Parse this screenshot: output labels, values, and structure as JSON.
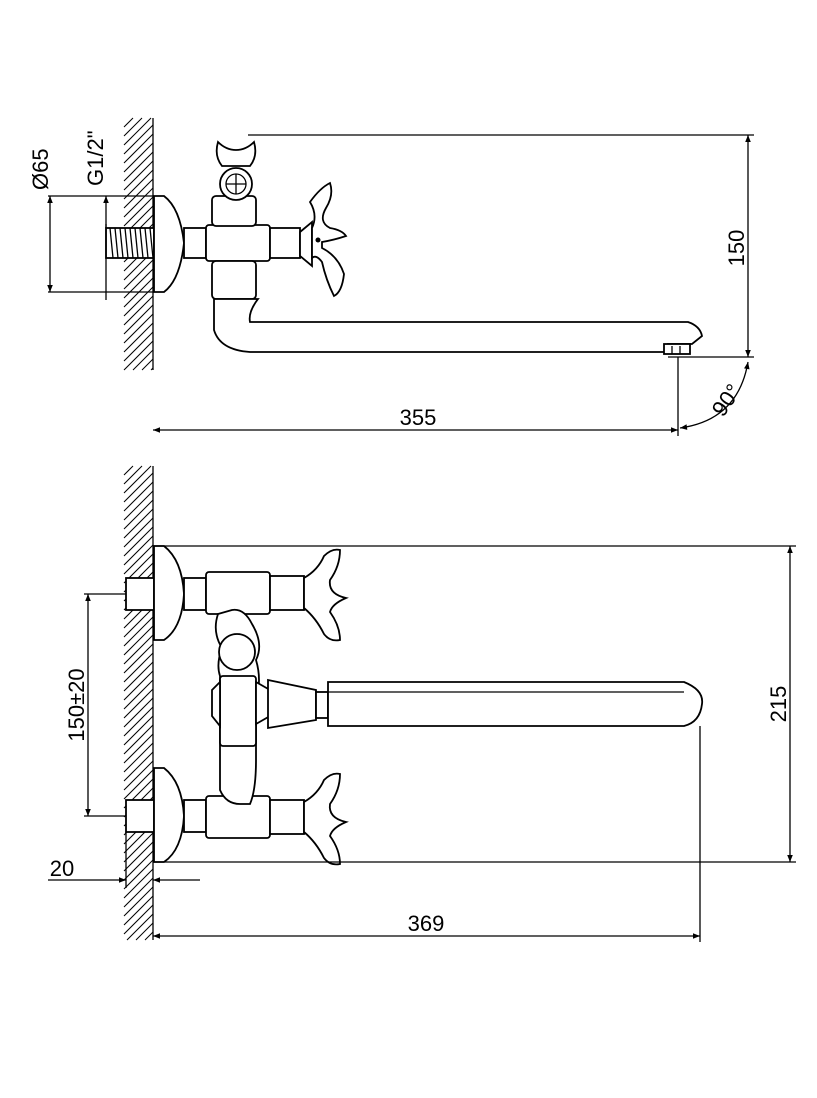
{
  "top_view": {
    "dim_diameter": "Ø65",
    "dim_thread": "G1/2\"",
    "dim_height": "150",
    "dim_length": "355",
    "dim_angle": "90°"
  },
  "front_view": {
    "dim_spacing": "150±20",
    "dim_height": "215",
    "dim_wall": "20",
    "dim_length": "369"
  },
  "colors": {
    "line": "#000000",
    "background": "#ffffff"
  }
}
